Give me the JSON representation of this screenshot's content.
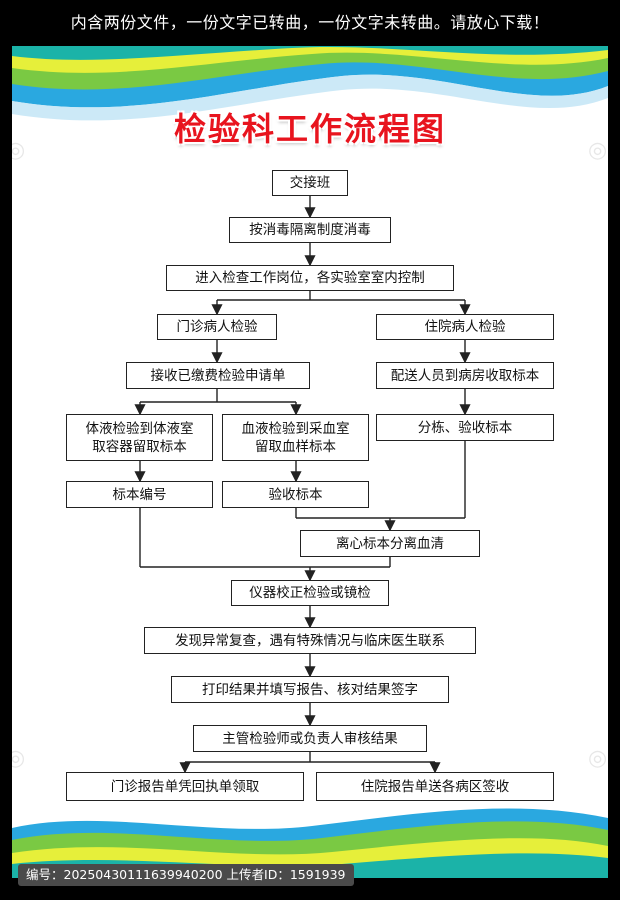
{
  "notice": "内含两份文件，一份文字已转曲，一份文字未转曲。请放心下载！",
  "title": "检验科工作流程图",
  "nodes": {
    "n1": "交接班",
    "n2": "按消毒隔离制度消毒",
    "n3": "进入检查工作岗位，各实验室室内控制",
    "n4": "门诊病人检验",
    "n5": "住院病人检验",
    "n6": "接收已缴费检验申请单",
    "n7": "配送人员到病房收取标本",
    "n8": "体液检验到体液室\n取容器留取标本",
    "n9": "血液检验到采血室\n留取血样标本",
    "n10": "分栋、验收标本",
    "n11": "标本编号",
    "n12": "验收标本",
    "n13": "离心标本分离血清",
    "n14": "仪器校正检验或镜检",
    "n15": "发现异常复查，遇有特殊情况与临床医生联系",
    "n16": "打印结果并填写报告、核对结果签字",
    "n17": "主管检验师或负责人审核结果",
    "n18": "门诊报告单凭回执单领取",
    "n19": "住院报告单送各病区签收"
  },
  "footer": {
    "text": "编号：20250430111639940200   上传者ID：1591939"
  },
  "colors": {
    "title": "#e8141e",
    "wave_green": "#7ac943",
    "wave_yellow": "#e6ef3a",
    "wave_blue": "#2aa8e0",
    "wave_teal": "#1bb3a8"
  }
}
